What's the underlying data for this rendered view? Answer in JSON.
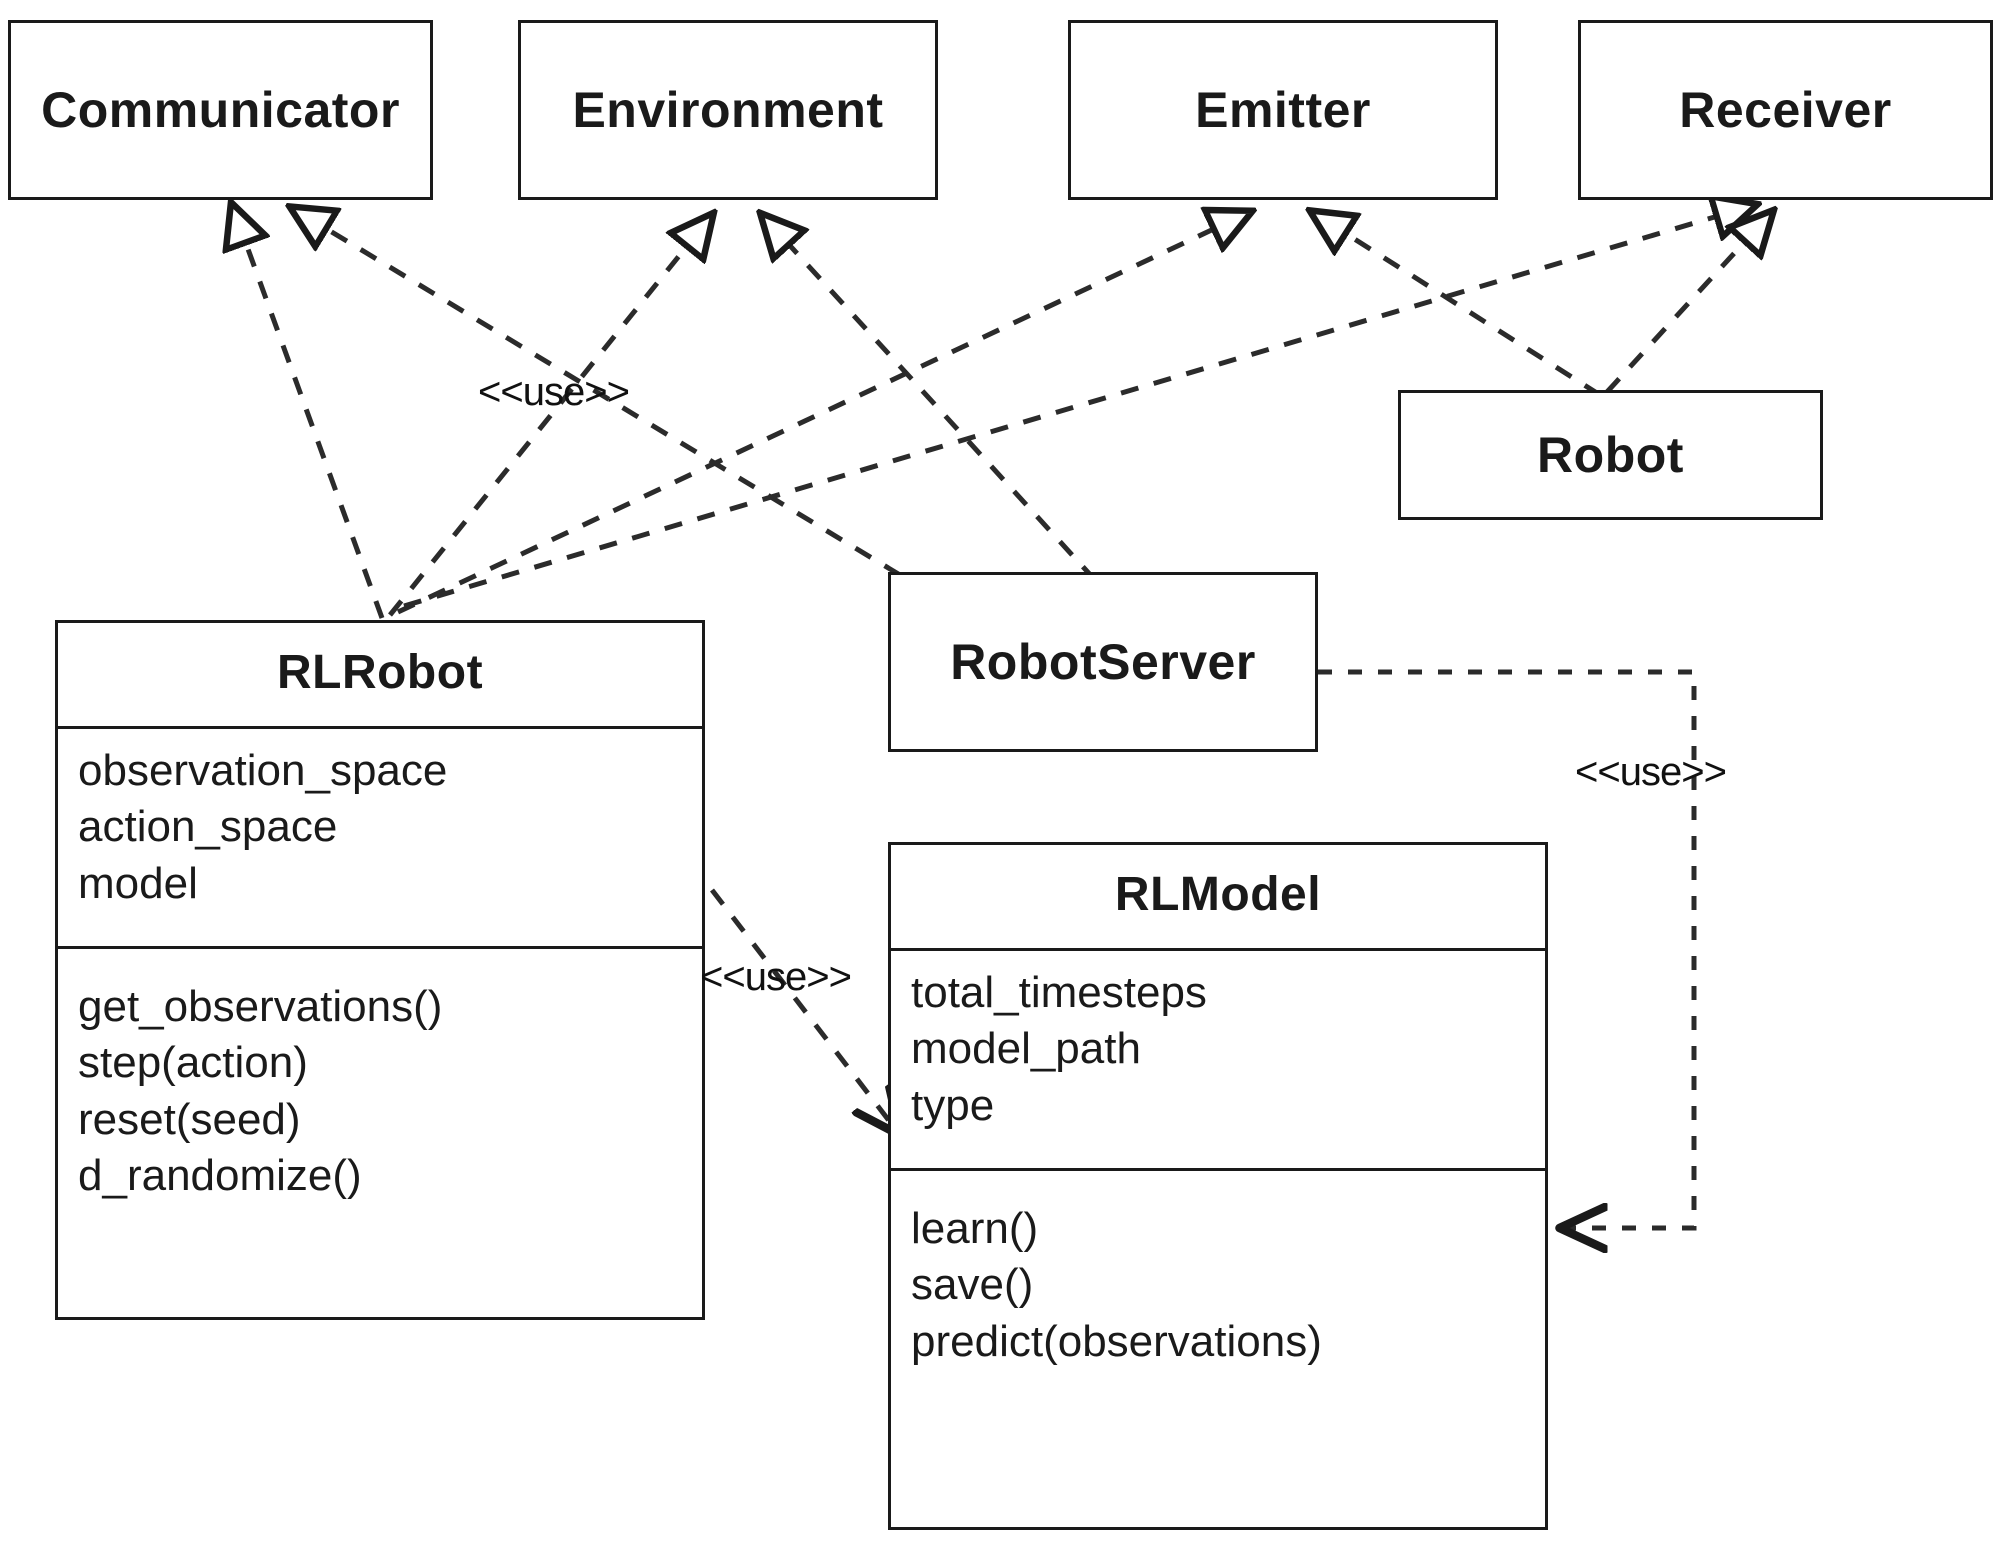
{
  "diagram": {
    "kind": "uml-class-diagram",
    "background_color": "#ffffff",
    "line_color": "#1a1a1a"
  },
  "classes": {
    "communicator": {
      "name": "Communicator"
    },
    "environment": {
      "name": "Environment"
    },
    "emitter": {
      "name": "Emitter"
    },
    "receiver": {
      "name": "Receiver"
    },
    "robot": {
      "name": "Robot"
    },
    "robot_server": {
      "name": "RobotServer"
    },
    "rl_robot": {
      "name": "RLRobot",
      "attributes": [
        "observation_space",
        "action_space",
        "model"
      ],
      "operations": [
        "get_observations()",
        "step(action)",
        "reset(seed)",
        "d_randomize()"
      ]
    },
    "rl_model": {
      "name": "RLModel",
      "attributes": [
        "total_timesteps",
        "model_path",
        "type"
      ],
      "operations": [
        "learn()",
        "save()",
        "predict(observations)"
      ]
    }
  },
  "edge_labels": {
    "use_top": "<<use>>",
    "use_middle": "<<use>>",
    "use_right": "<<use>>"
  },
  "relationships": [
    {
      "from": "RLRobot",
      "to": "Communicator",
      "stereotype": "<<use>>",
      "style": "dashed",
      "arrow": "hollow-triangle"
    },
    {
      "from": "RLRobot",
      "to": "Environment",
      "stereotype": "<<use>>",
      "style": "dashed",
      "arrow": "hollow-triangle"
    },
    {
      "from": "RLRobot",
      "to": "Emitter",
      "stereotype": "<<use>>",
      "style": "dashed",
      "arrow": "hollow-triangle"
    },
    {
      "from": "RLRobot",
      "to": "Receiver",
      "stereotype": "<<use>>",
      "style": "dashed",
      "arrow": "hollow-triangle"
    },
    {
      "from": "RobotServer",
      "to": "Communicator",
      "stereotype": "<<use>>",
      "style": "dashed",
      "arrow": "hollow-triangle"
    },
    {
      "from": "RobotServer",
      "to": "Environment",
      "stereotype": "<<use>>",
      "style": "dashed",
      "arrow": "hollow-triangle"
    },
    {
      "from": "Robot",
      "to": "Emitter",
      "stereotype": "<<use>>",
      "style": "dashed",
      "arrow": "hollow-triangle"
    },
    {
      "from": "Robot",
      "to": "Receiver",
      "stereotype": "<<use>>",
      "style": "dashed",
      "arrow": "hollow-triangle"
    },
    {
      "from": "RLRobot",
      "to": "RLModel",
      "stereotype": "<<use>>",
      "style": "dashed",
      "arrow": "open"
    },
    {
      "from": "RobotServer",
      "to": "RLModel",
      "stereotype": "<<use>>",
      "style": "dashed",
      "arrow": "open"
    }
  ]
}
